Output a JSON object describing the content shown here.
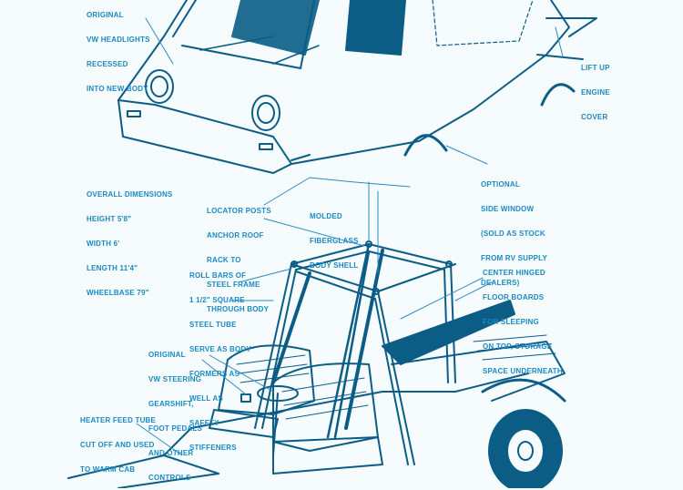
{
  "colors": {
    "ink": "#0b5d86",
    "label": "#1a8ac2",
    "background": "#f6fbfd"
  },
  "labels": {
    "headlights": [
      "ORIGINAL",
      "VW HEADLIGHTS",
      "RECESSED",
      "INTO NEW BODY"
    ],
    "engine_cover": [
      "LIFT UP",
      "ENGINE",
      "COVER"
    ],
    "dimensions": [
      "OVERALL DIMENSIONS",
      "HEIGHT 5'8\"",
      "WIDTH 6'",
      "LENGTH 11'4\"",
      "WHEELBASE 79\""
    ],
    "locator_posts": [
      "LOCATOR POSTS",
      "ANCHOR ROOF",
      "RACK TO",
      "STEEL FRAME",
      "THROUGH BODY"
    ],
    "body_shell": [
      "MOLDED",
      "FIBERGLASS",
      "BODY SHELL"
    ],
    "side_window": [
      "OPTIONAL",
      "SIDE WINDOW",
      "(SOLD AS STOCK",
      "FROM RV SUPPLY",
      "DEALERS)"
    ],
    "roll_bars": [
      "ROLL BARS OF",
      "1 1/2\" SQUARE",
      "STEEL TUBE",
      "SERVE AS BODY",
      "FORMERS AS",
      "WELL AS",
      "SAFETY",
      "STIFFENERS"
    ],
    "floor_boards": [
      "CENTER HINGED",
      "FLOOR BOARDS",
      "FOR SLEEPING",
      "ON TOP, STORAGE",
      "SPACE UNDERNEATH"
    ],
    "controls": [
      "ORIGINAL",
      "VW STEERING",
      "GEARSHIFT,",
      "FOOT PEDALS",
      "AND OTHER",
      "CONTROLS"
    ],
    "heater": [
      "HEATER FEED TUBE",
      "CUT OFF AND USED",
      "TO WARM CAB"
    ]
  }
}
